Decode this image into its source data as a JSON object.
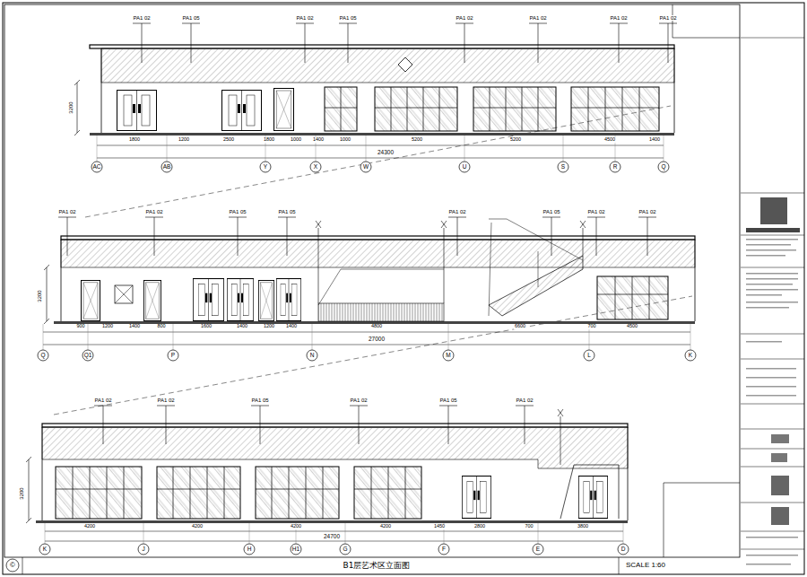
{
  "diagram": {
    "title": "B1层艺术区立面图",
    "caption": "SCALE 1:60",
    "labels": [
      "PA1 02",
      "PA1 05",
      "PA1 02",
      "PA1 05",
      "PA1 02",
      "PA1 02",
      "PA1 02",
      "PA1 02",
      "3200",
      "1800",
      "1200",
      "2500",
      "1800",
      "1000",
      "1400",
      "1000",
      "5200",
      "5200",
      "4500",
      "1400",
      "24300",
      "AC",
      "AB",
      "Y",
      "X",
      "W",
      "U",
      "S",
      "R",
      "Q",
      "PA1 02",
      "PA1 02",
      "PA1 05",
      "PA1 05",
      "PA1 02",
      "PA1 05",
      "PA1 02",
      "PA1 02",
      "3200",
      "900",
      "1200",
      "1400",
      "800",
      "1600",
      "1400",
      "1200",
      "1400",
      "4800",
      "6600",
      "700",
      "4500",
      "27000",
      "Q",
      "Q1",
      "P",
      "N",
      "M",
      "L",
      "K",
      "PA1 02",
      "PA1 02",
      "PA1 05",
      "PA1 02",
      "PA1 05",
      "PA1 02",
      "3200",
      "4200",
      "4200",
      "4200",
      "4200",
      "1450",
      "2800",
      "700",
      "3800",
      "24700",
      "K",
      "J",
      "H",
      "H1",
      "G",
      "F",
      "E",
      "D",
      "©"
    ]
  }
}
